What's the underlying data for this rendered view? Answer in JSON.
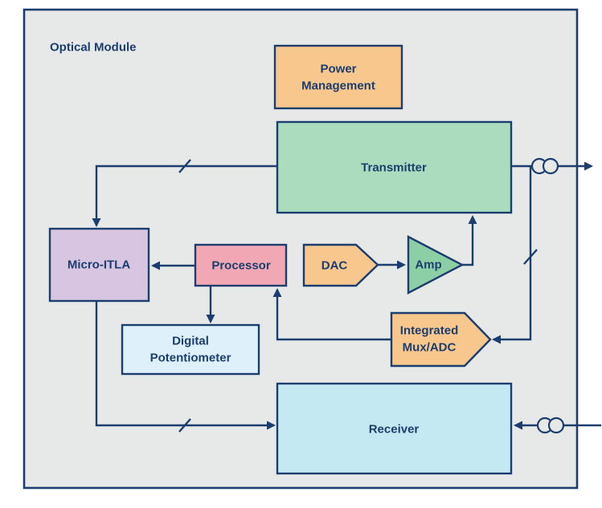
{
  "diagram": {
    "title": "Optical Module",
    "colors": {
      "line": "#1c3e6e",
      "panel": "#e7e8e8",
      "orange": "#f7c78e",
      "transmitter_green": "#abdcbd",
      "amp_green": "#8ccfa7",
      "itla_purple": "#d8c5e2",
      "processor_pink": "#f2a8b4",
      "potentiometer_blue": "#def0f9",
      "receiver_cyan": "#c5e9f2"
    },
    "blocks": {
      "power_management": {
        "lines": [
          "Power",
          "Management"
        ]
      },
      "transmitter": {
        "label": "Transmitter"
      },
      "micro_itla": {
        "label": "Micro-ITLA"
      },
      "processor": {
        "label": "Processor"
      },
      "dac": {
        "label": "DAC"
      },
      "amp": {
        "label": "Amp"
      },
      "integrated_mux_adc": {
        "lines": [
          "Integrated",
          "Mux/ADC"
        ]
      },
      "digital_potentiometer": {
        "lines": [
          "Digital",
          "Potentiometer"
        ]
      },
      "receiver": {
        "label": "Receiver"
      }
    }
  }
}
